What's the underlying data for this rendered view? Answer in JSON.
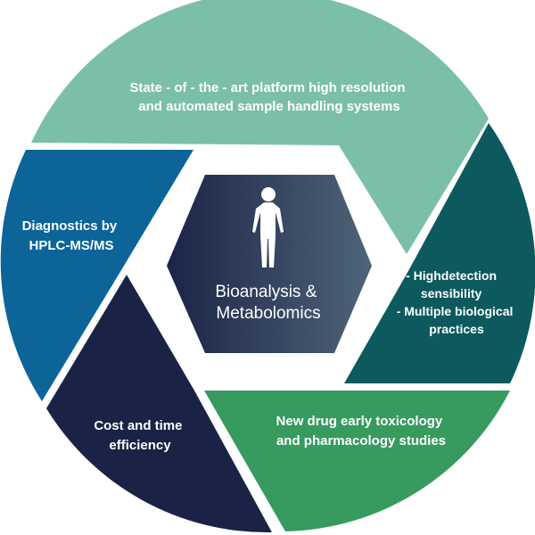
{
  "diagram": {
    "center": {
      "lines": [
        "Bioanalysis &",
        "Metabolomics"
      ],
      "icon": "human-figure-icon",
      "gradient": [
        "#1b2447",
        "#4e6478"
      ]
    },
    "segments": [
      {
        "id": "platform",
        "lines": [
          "State - of - the - art platform high resolution",
          "and automated sample handling systems"
        ],
        "color": "#7bbfa9"
      },
      {
        "id": "detection",
        "lines": [
          "- Highdetection",
          "sensibility",
          "- Multiple biological",
          "practices"
        ],
        "color": "#0c5a5e"
      },
      {
        "id": "toxicology",
        "lines": [
          "New drug early toxicology",
          "and pharmacology studies"
        ],
        "color": "#379a5e"
      },
      {
        "id": "cost",
        "lines": [
          "Cost and time",
          "efficiency"
        ],
        "color": "#1a2346"
      },
      {
        "id": "diagnostics",
        "lines": [
          "Diagnostics by",
          "HPLC-MS/MS"
        ],
        "color": "#0c6499"
      }
    ]
  }
}
